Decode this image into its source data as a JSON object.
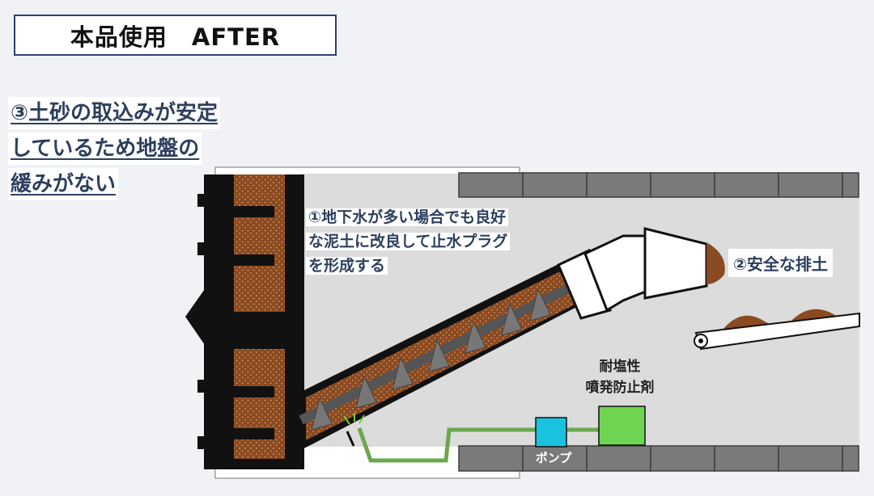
{
  "title": "本品使用　AFTER",
  "point3_lines": [
    "③土砂の取込みが安定",
    "しているため地盤の",
    "緩みがない"
  ],
  "point1_lines": [
    "①地下水が多い場合でも良好",
    "な泥土に改良して止水プラグ",
    "を形成する"
  ],
  "point2": "②安全な排土",
  "agent_lines": [
    "耐塩性",
    "噴発防止剤"
  ],
  "pump_label": "ポンプ",
  "colors": {
    "background": "#f1f2f6",
    "tunnel": "#dcdcdc",
    "segment": "#7a7a7a",
    "soil": "#8a4a22",
    "hose": "#6aa84f",
    "pump": "#19c3e0",
    "agent_tank": "#6fd452",
    "label_text": "#2d3f5e"
  }
}
